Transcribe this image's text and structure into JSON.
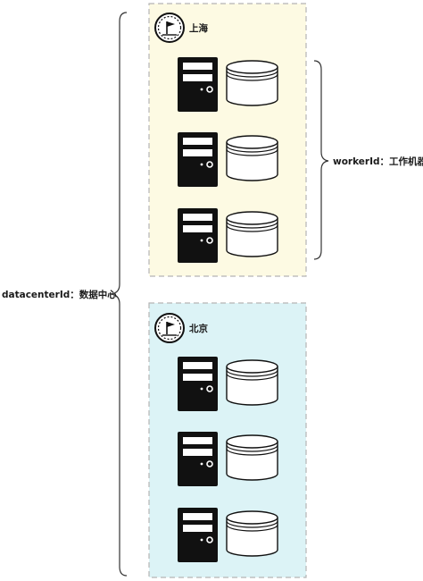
{
  "diagram": {
    "outer_label": "datacenterId：数据中心",
    "worker_label": "workerId：工作机器",
    "datacenters": [
      {
        "name": "上海",
        "fill": "#fdfae3",
        "servers": 3
      },
      {
        "name": "北京",
        "fill": "#dcf3f6",
        "servers": 3
      }
    ],
    "colors": {
      "border": "#b5b5b5",
      "ink": "#111111",
      "bracket": "#333333"
    },
    "icons": {
      "region": "flag-badge-icon",
      "server": "server-tower-icon",
      "storage": "database-icon"
    }
  }
}
